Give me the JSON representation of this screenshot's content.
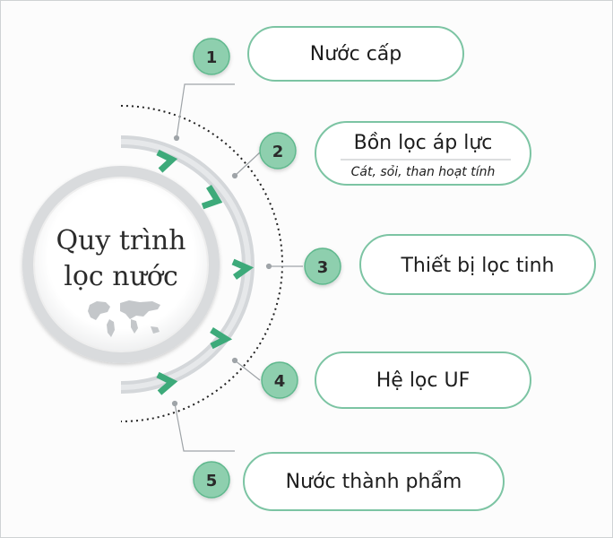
{
  "title": {
    "line1": "Quy trình",
    "line2": "lọc nước"
  },
  "steps": [
    {
      "number": "1",
      "label": "Nước cấp",
      "sublabel": ""
    },
    {
      "number": "2",
      "label": "Bồn lọc áp lực",
      "sublabel": "Cát, sỏi, than hoạt tính"
    },
    {
      "number": "3",
      "label": "Thiết bị lọc tinh",
      "sublabel": ""
    },
    {
      "number": "4",
      "label": "Hệ lọc UF",
      "sublabel": ""
    },
    {
      "number": "5",
      "label": "Nước thành phẩm",
      "sublabel": ""
    }
  ],
  "colors": {
    "accent": "#8ecfae",
    "accent_border": "#5fb88d",
    "chevron": "#3daa7a",
    "pill_border": "#7cc4a3",
    "arc": "#cfd3d6"
  },
  "icons": {
    "center_decoration": "world-map-icon",
    "flow_marker": "chevron-icon"
  }
}
